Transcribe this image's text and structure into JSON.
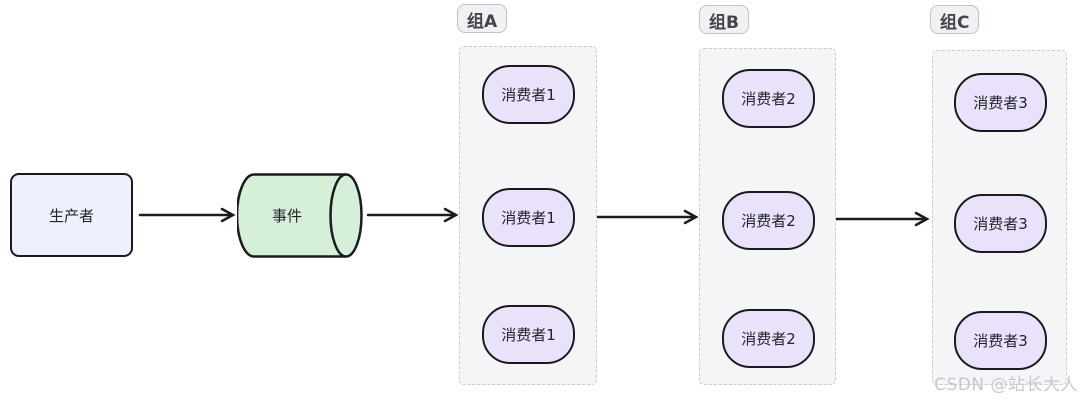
{
  "diagram": {
    "producer": {
      "label": "生产者"
    },
    "event": {
      "label": "事件"
    },
    "groups": [
      {
        "label": "组A",
        "consumers": [
          "消费者1",
          "消费者1",
          "消费者1"
        ]
      },
      {
        "label": "组B",
        "consumers": [
          "消费者2",
          "消费者2",
          "消费者2"
        ]
      },
      {
        "label": "组C",
        "consumers": [
          "消费者3",
          "消费者3",
          "消费者3"
        ]
      }
    ],
    "connections": [
      {
        "from": "producer",
        "to": "event"
      },
      {
        "from": "event",
        "to": "group-a"
      },
      {
        "from": "group-a-consumer-middle",
        "to": "group-b-consumer-middle"
      },
      {
        "from": "group-b-consumer-middle",
        "to": "group-c-consumer-middle"
      }
    ]
  },
  "watermark": "CSDN @站长大人",
  "colors": {
    "producer_fill": "#edf1fb",
    "event_fill": "#d6efd9",
    "consumer_fill": "#e9e2fa",
    "node_stroke": "#1b1b1f",
    "group_fill": "#f4f5f7",
    "group_border": "#c9cbcf",
    "badge_fill": "#f0f1f3",
    "badge_border": "#bfc1c6",
    "badge_text": "#42454e",
    "watermark_text": "#c6c8d0"
  }
}
